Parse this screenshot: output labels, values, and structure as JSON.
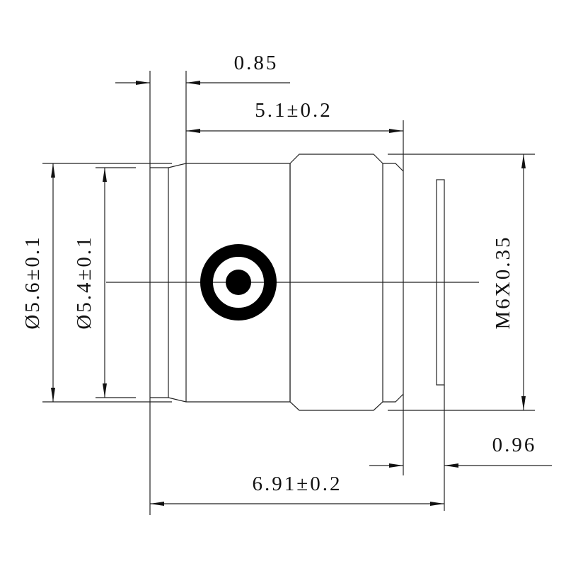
{
  "drawing": {
    "stroke_color": "#222222",
    "dimensions": {
      "flange_width": "0.85",
      "body_length": "5.1±0.2",
      "total_length": "6.91±0.2",
      "thread_offset": "0.96",
      "outer_diameter": "Ø5.6±0.1",
      "inner_diameter": "Ø5.4±0.1",
      "thread_spec": "M6X0.35"
    }
  }
}
